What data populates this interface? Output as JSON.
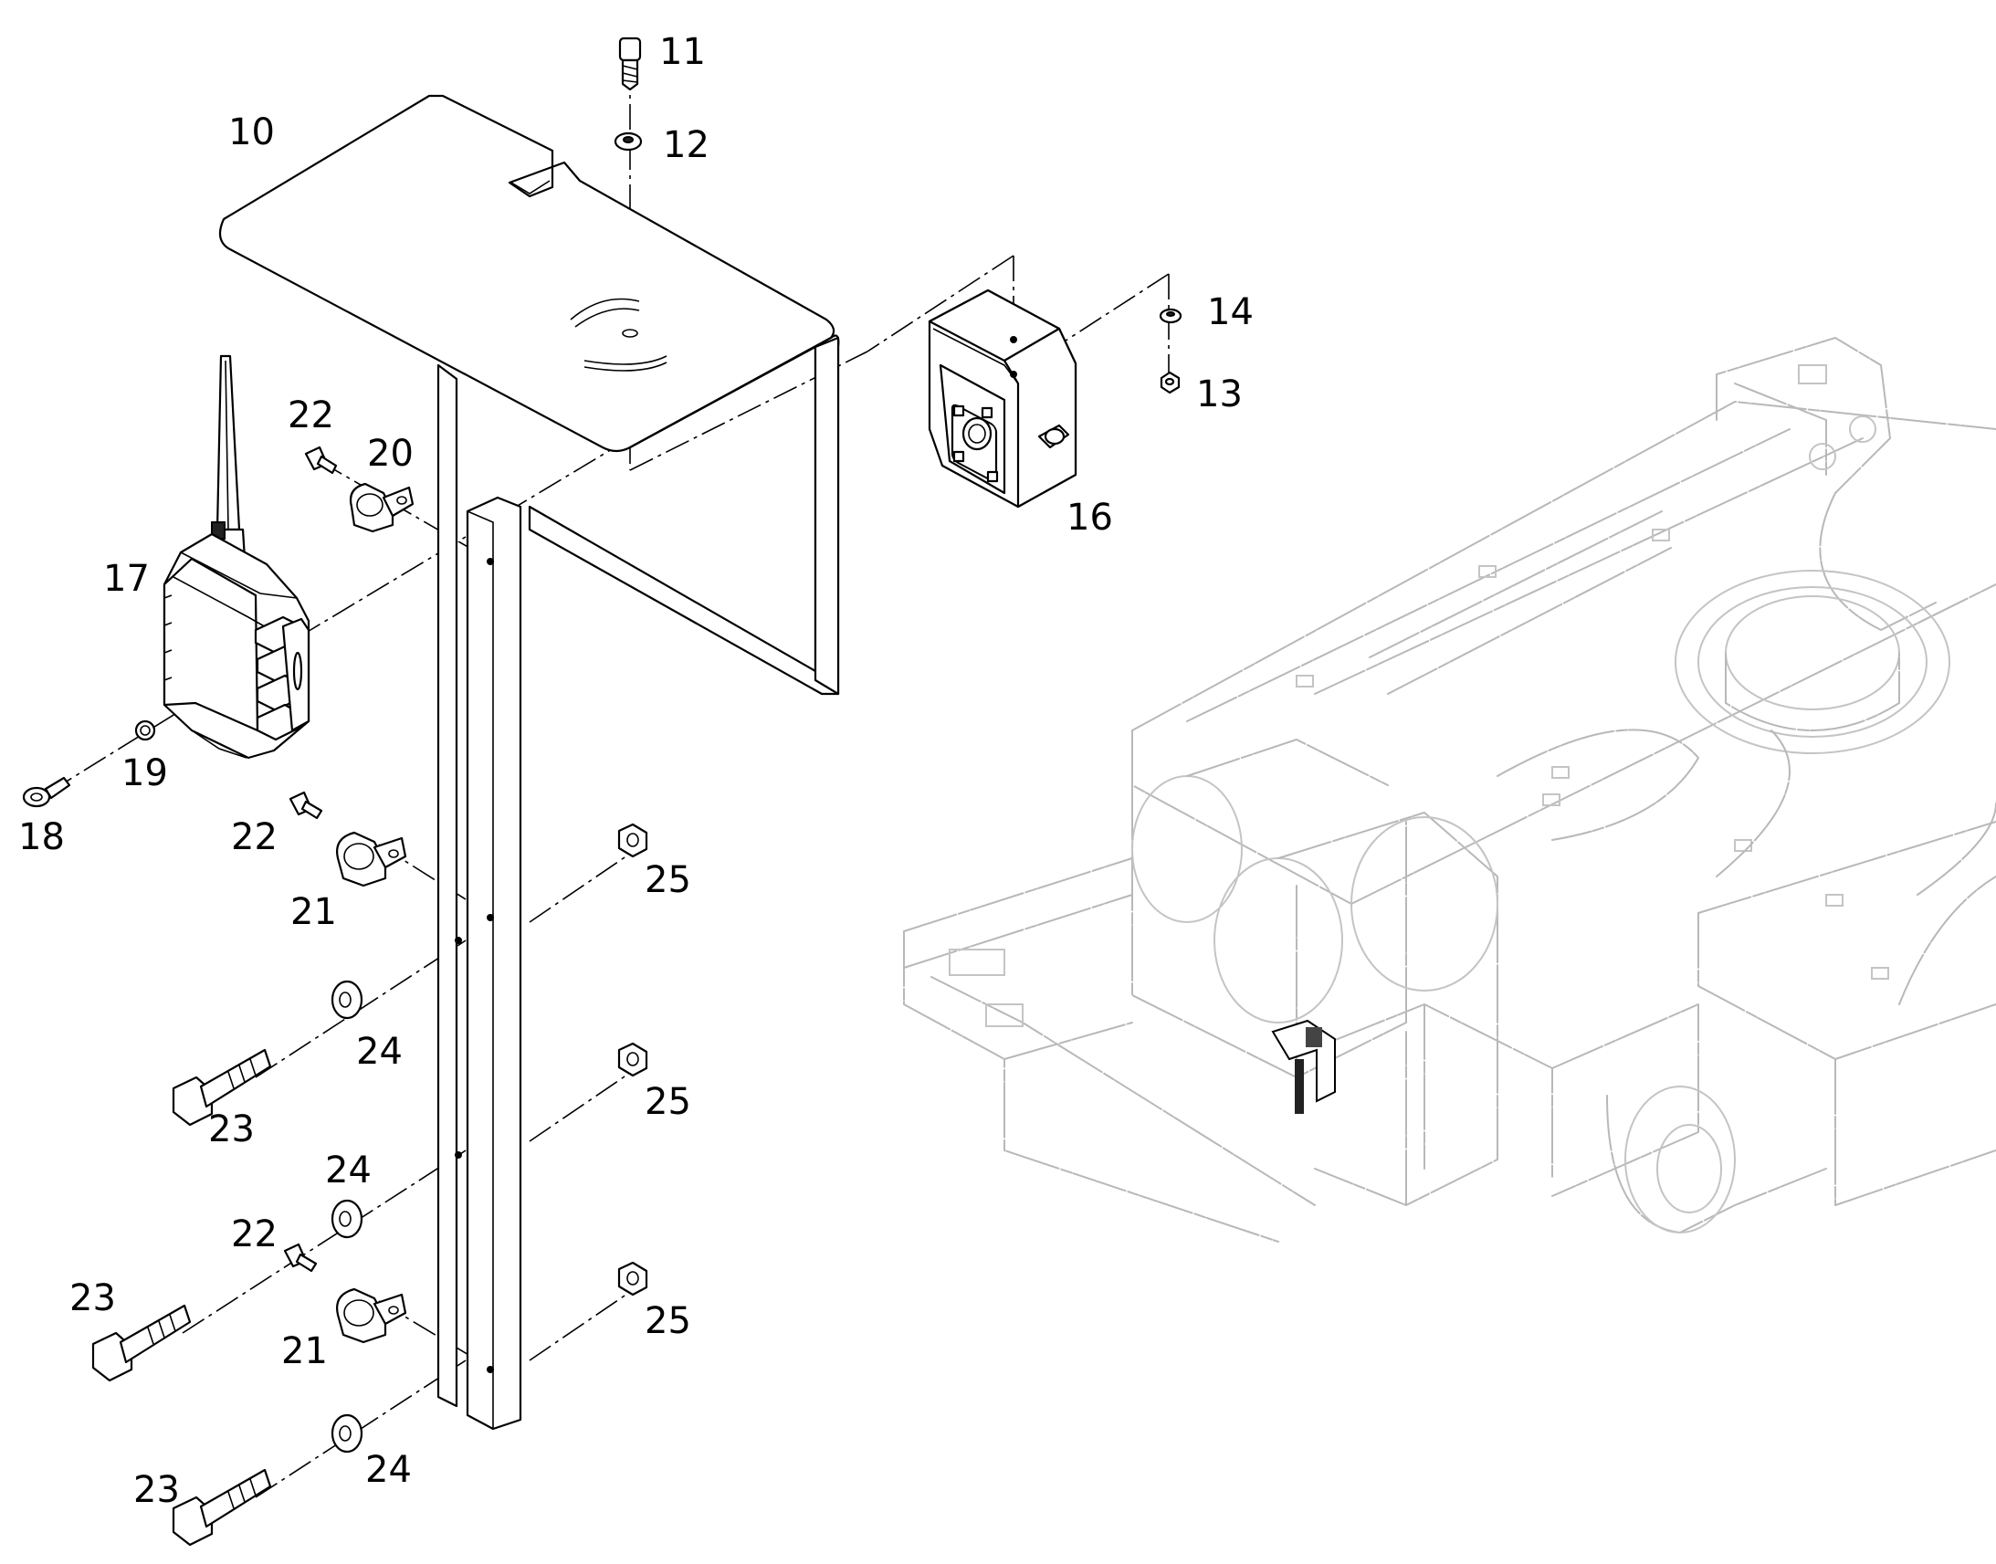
{
  "callouts": {
    "c10": "10",
    "c11": "11",
    "c12": "12",
    "c13": "13",
    "c14": "14",
    "c16": "16",
    "c17": "17",
    "c18": "18",
    "c19": "19",
    "c20": "20",
    "c21a": "21",
    "c21b": "21",
    "c22a": "22",
    "c22b": "22",
    "c22c": "22",
    "c23a": "23",
    "c23b": "23",
    "c23c": "23",
    "c24a": "24",
    "c24b": "24",
    "c24c": "24",
    "c25a": "25",
    "c25b": "25",
    "c25c": "25"
  }
}
